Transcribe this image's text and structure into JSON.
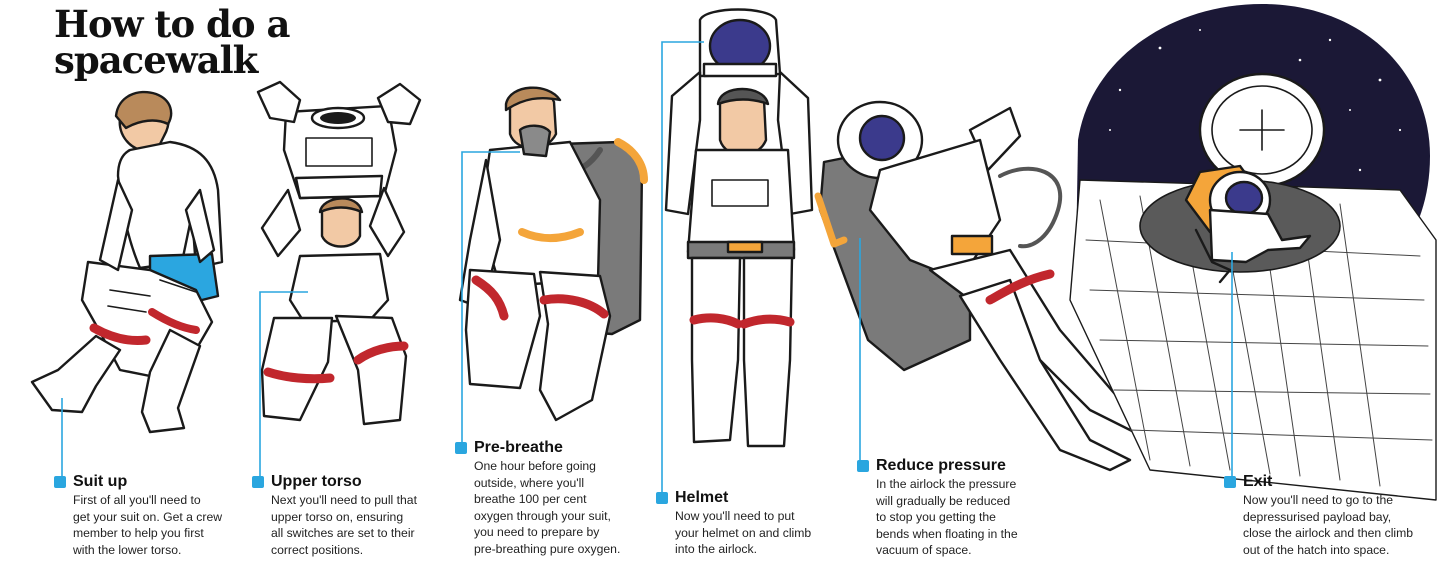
{
  "title": {
    "line1": "How to do a",
    "line2": "spacewalk"
  },
  "colors": {
    "accent": "#2aa6df",
    "suit": "#ffffff",
    "suit_outline": "#1a1a1a",
    "band": "#c1272d",
    "orange": "#f4a53a",
    "visor": "#3b3a8c",
    "space": "#1b1836",
    "gray": "#7a7a7a",
    "skin": "#f2c9a5",
    "hair": "#b98a5b",
    "shorts": "#2ba6e0"
  },
  "steps": [
    {
      "title": "Suit up",
      "lines": [
        "First of all you'll need to",
        "get your suit on. Get a crew",
        "member to help you first",
        "with the lower torso."
      ]
    },
    {
      "title": "Upper torso",
      "lines": [
        "Next you'll need to pull that",
        "upper torso on, ensuring",
        "all switches are set to their",
        "correct positions."
      ]
    },
    {
      "title": "Pre-breathe",
      "lines": [
        "One hour before going",
        "outside, where you'll",
        "breathe 100 per cent",
        "oxygen through your suit,",
        "you need to prepare by",
        "pre-breathing pure oxygen."
      ]
    },
    {
      "title": "Helmet",
      "lines": [
        "Now you'll need to put",
        "your helmet on and climb",
        "into the airlock."
      ]
    },
    {
      "title": "Reduce pressure",
      "lines": [
        "In the airlock the pressure",
        "will gradually be reduced",
        "to stop you getting the",
        "bends when floating in the",
        "vacuum of space."
      ]
    },
    {
      "title": "Exit",
      "lines": [
        "Now you'll need to go to the",
        "depressurised payload bay,",
        "close the airlock and then climb",
        "out of the hatch into space."
      ]
    }
  ]
}
